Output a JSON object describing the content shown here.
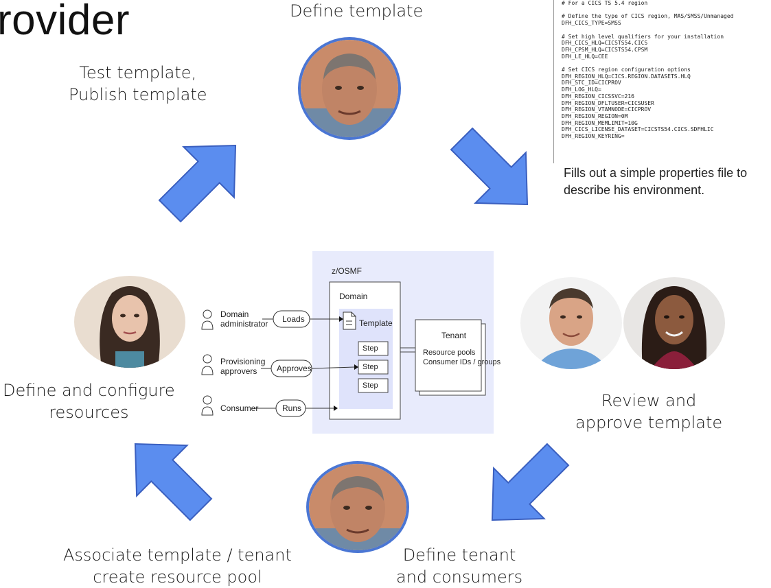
{
  "slide": {
    "title_fragment": "rovider"
  },
  "code_panel": {
    "lines": [
      "# For a CICS TS 5.4 region",
      "",
      "# Define the type of CICS region, MAS/SMSS/Unmanaged",
      "DFH_CICS_TYPE=SMSS",
      "",
      "# Set high level qualifiers for your installation",
      "DFH_CICS_HLQ=CICSTS54.CICS",
      "DFH_CPSM_HLQ=CICSTS54.CPSM",
      "DFH_LE_HLQ=CEE",
      "",
      "# Set CICS region configuration options",
      "DFH_REGION_HLQ=CICS.REGION.DATASETS.HLQ",
      "DFH_STC_ID=CICPROV",
      "DFH_LOG_HLQ=",
      "DFH_REGION_CICSSVC=216",
      "DFH_REGION_DFLTUSER=CICSUSER",
      "DFH_REGION_VTAMNODE=CICPROV",
      "DFH_REGION_REGION=0M",
      "DFH_REGION_MEMLIMIT=10G",
      "DFH_CICS_LICENSE_DATASET=CICSTS54.CICS.SDFHLIC",
      "DFH_REGION_KEYRING="
    ],
    "note": "Fills out a simple properties file to\ndescribe his environment."
  },
  "steps": {
    "define_template": "Define template",
    "test_publish": "Test template,\nPublish template",
    "review_approve": "Review and\napprove template",
    "define_configure": "Define and configure\nresources",
    "associate": "Associate template / tenant\ncreate resource pool",
    "define_tenant": "Define tenant\nand consumers"
  },
  "diagram": {
    "platform": "z/OSMF",
    "domain": "Domain",
    "template": "Template",
    "step_label": "Step",
    "tenant": "Tenant",
    "tenant_details": "Resource pools\nConsumer IDs / groups",
    "roles": [
      {
        "name": "Domain\nadministrator",
        "action": "Loads"
      },
      {
        "name": "Provisioning\napprovers",
        "action": "Approves"
      },
      {
        "name": "Consumer",
        "action": "Runs"
      }
    ]
  },
  "colors": {
    "arrow_fill": "#5b8def",
    "arrow_stroke": "#3a5fbf",
    "diagram_bg": "#e8ebfc",
    "portrait_ring": "#4a76d4"
  }
}
